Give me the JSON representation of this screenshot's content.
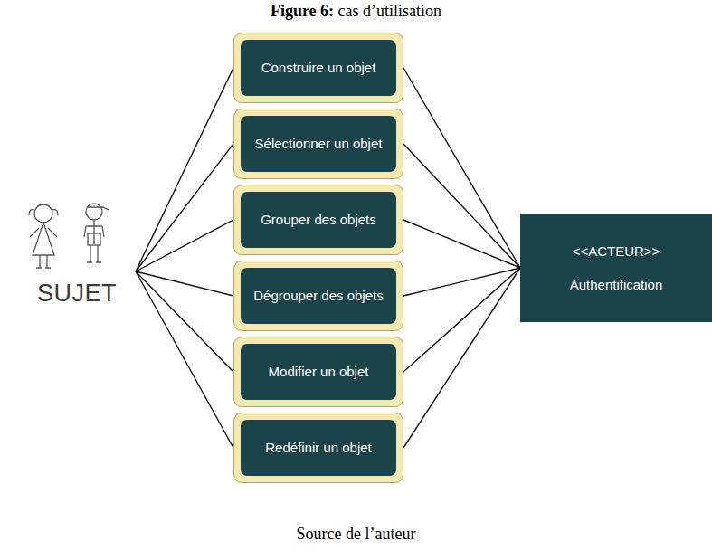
{
  "diagram": {
    "title": "Figure 6: cas d’utilisation",
    "caption": "Source de l’auteur",
    "nodes": [
      {
        "text": [
          "SUJET"
        ]
      },
      {
        "text": [
          "Construire un objet"
        ]
      },
      {
        "text": [
          "Sélectionner un objet"
        ]
      },
      {
        "text": [
          "Grouper des objets"
        ]
      },
      {
        "text": [
          "Dégrouper des objets"
        ]
      },
      {
        "text": [
          "Modifier un objet"
        ]
      },
      {
        "text": [
          "Redéfinir un objet"
        ]
      },
      {
        "text": [
          "<<ACTEUR>>",
          "Authentification"
        ]
      }
    ],
    "edges": [
      {
        "from": 0,
        "to": 1,
        "arrow": "none"
      },
      {
        "from": 0,
        "to": 2,
        "arrow": "none"
      },
      {
        "from": 0,
        "to": 3,
        "arrow": "none"
      },
      {
        "from": 0,
        "to": 4,
        "arrow": "none"
      },
      {
        "from": 0,
        "to": 5,
        "arrow": "none"
      },
      {
        "from": 0,
        "to": 6,
        "arrow": "none"
      },
      {
        "from": 1,
        "to": 7,
        "arrow": "none"
      },
      {
        "from": 2,
        "to": 7,
        "arrow": "none"
      },
      {
        "from": 3,
        "to": 7,
        "arrow": "none"
      },
      {
        "from": 4,
        "to": 7,
        "arrow": "none"
      },
      {
        "from": 5,
        "to": 7,
        "arrow": "none"
      },
      {
        "from": 6,
        "to": 7,
        "arrow": "none"
      }
    ]
  }
}
